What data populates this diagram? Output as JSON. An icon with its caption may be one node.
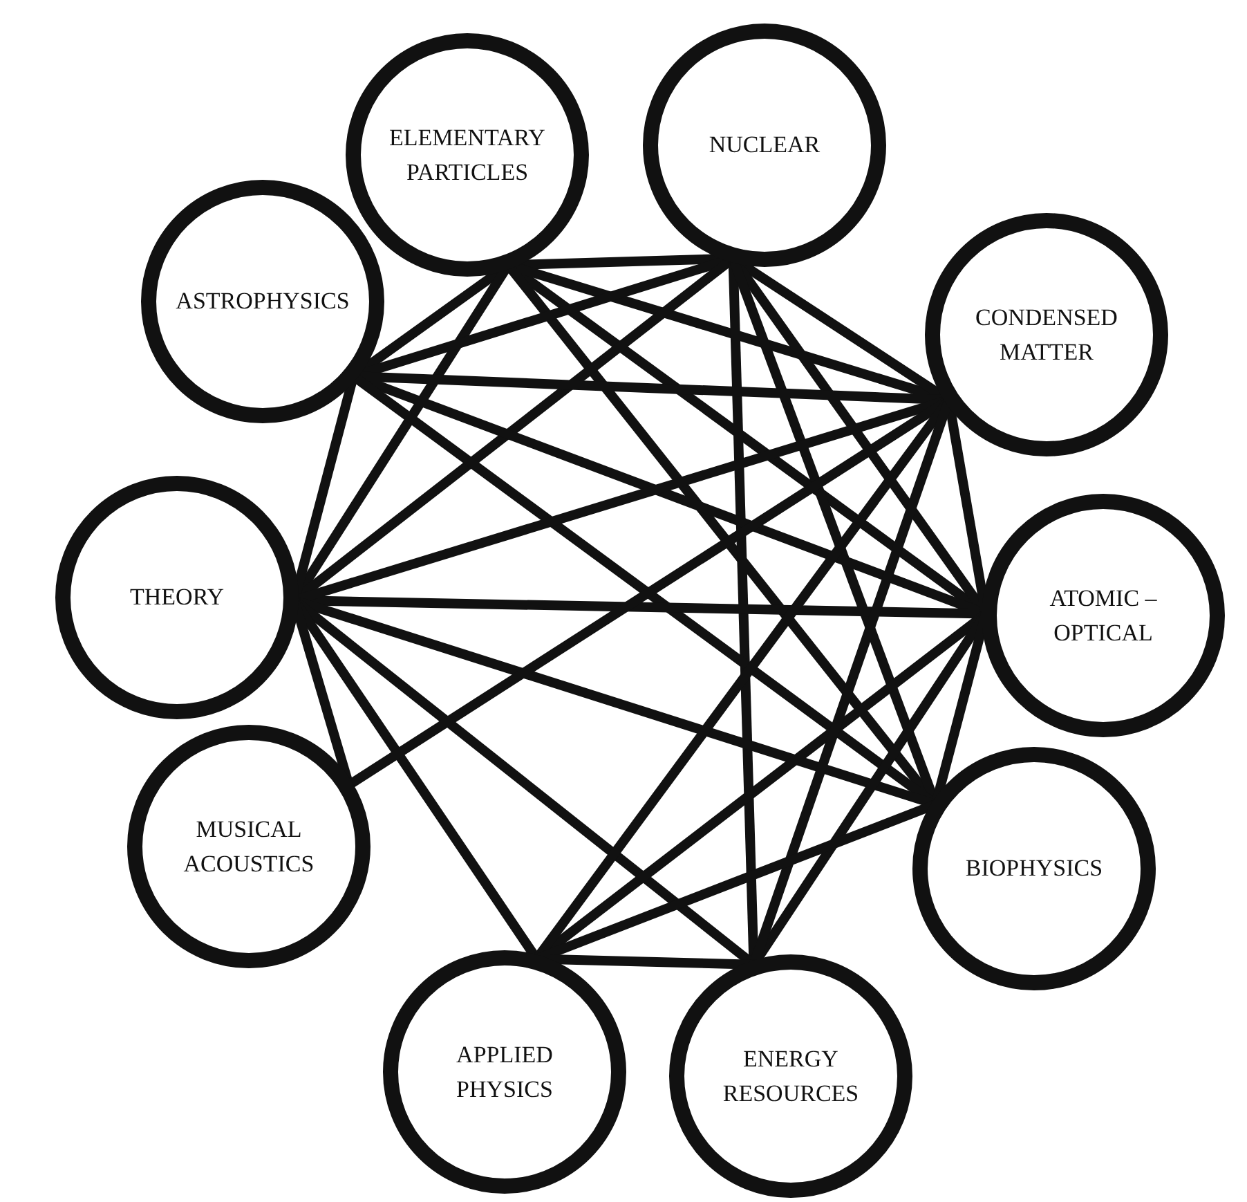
{
  "diagram": {
    "nodes": [
      {
        "text": [
          "ELEMENTARY PARTICLES"
        ]
      },
      {
        "text": [
          "NUCLEAR"
        ]
      },
      {
        "text": [
          "ASTROPHYSICS"
        ]
      },
      {
        "text": [
          "CONDENSED MATTER"
        ]
      },
      {
        "text": [
          "THEORY"
        ]
      },
      {
        "text": [
          "ATOMIC – OPTICAL"
        ]
      },
      {
        "text": [
          "MUSICAL ACOUSTICS"
        ]
      },
      {
        "text": [
          "BIOPHYSICS"
        ]
      },
      {
        "text": [
          "APPLIED PHYSICS"
        ]
      },
      {
        "text": [
          "ENERGY RESOURCES"
        ]
      }
    ],
    "edges": [
      {
        "from": 0,
        "to": 1,
        "arrow": "none"
      },
      {
        "from": 0,
        "to": 2,
        "arrow": "none"
      },
      {
        "from": 0,
        "to": 4,
        "arrow": "none"
      },
      {
        "from": 0,
        "to": 5,
        "arrow": "none"
      },
      {
        "from": 0,
        "to": 3,
        "arrow": "none"
      },
      {
        "from": 0,
        "to": 7,
        "arrow": "none"
      },
      {
        "from": 1,
        "to": 2,
        "arrow": "none"
      },
      {
        "from": 1,
        "to": 4,
        "arrow": "none"
      },
      {
        "from": 1,
        "to": 3,
        "arrow": "none"
      },
      {
        "from": 1,
        "to": 5,
        "arrow": "none"
      },
      {
        "from": 1,
        "to": 9,
        "arrow": "none"
      },
      {
        "from": 1,
        "to": 7,
        "arrow": "none"
      },
      {
        "from": 2,
        "to": 4,
        "arrow": "none"
      },
      {
        "from": 2,
        "to": 5,
        "arrow": "none"
      },
      {
        "from": 2,
        "to": 3,
        "arrow": "none"
      },
      {
        "from": 2,
        "to": 7,
        "arrow": "none"
      },
      {
        "from": 4,
        "to": 5,
        "arrow": "none"
      },
      {
        "from": 4,
        "to": 3,
        "arrow": "none"
      },
      {
        "from": 4,
        "to": 7,
        "arrow": "none"
      },
      {
        "from": 4,
        "to": 9,
        "arrow": "none"
      },
      {
        "from": 4,
        "to": 8,
        "arrow": "none"
      },
      {
        "from": 4,
        "to": 6,
        "arrow": "none"
      },
      {
        "from": 5,
        "to": 3,
        "arrow": "none"
      },
      {
        "from": 5,
        "to": 8,
        "arrow": "none"
      },
      {
        "from": 5,
        "to": 9,
        "arrow": "none"
      },
      {
        "from": 5,
        "to": 7,
        "arrow": "none"
      },
      {
        "from": 3,
        "to": 6,
        "arrow": "none"
      },
      {
        "from": 3,
        "to": 8,
        "arrow": "none"
      },
      {
        "from": 3,
        "to": 9,
        "arrow": "none"
      },
      {
        "from": 7,
        "to": 8,
        "arrow": "none"
      },
      {
        "from": 8,
        "to": 9,
        "arrow": "none"
      }
    ]
  }
}
